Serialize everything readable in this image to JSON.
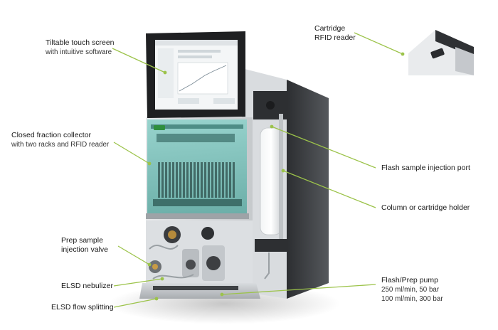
{
  "colors": {
    "leader": "#9cc34a",
    "frame": "#c9ccd0",
    "dark_panel": "#3b3d40",
    "glass": "#7fc7c0",
    "screen": "#1f2022"
  },
  "labels": {
    "touch_screen": {
      "title": "Tiltable touch screen",
      "sub": "with intuitive software"
    },
    "fraction_collector": {
      "title": "Closed fraction collector",
      "sub": "with two racks and RFID reader"
    },
    "prep_valve": {
      "title": "Prep sample",
      "sub": "injection valve"
    },
    "elsd_nebulizer": {
      "title": "ELSD nebulizer"
    },
    "elsd_splitting": {
      "title": "ELSD flow splitting"
    },
    "rfid_reader": {
      "title": "Cartridge",
      "sub": "RFID reader"
    },
    "flash_injection": {
      "title": "Flash sample injection port"
    },
    "column_holder": {
      "title": "Column or cartridge holder"
    },
    "pump": {
      "title": "Flash/Prep pump",
      "line1": "250 ml/min, 50 bar",
      "line2": "100 ml/min, 300 bar"
    }
  },
  "device": {
    "brand_logo_icon": "brand-logo-icon"
  }
}
